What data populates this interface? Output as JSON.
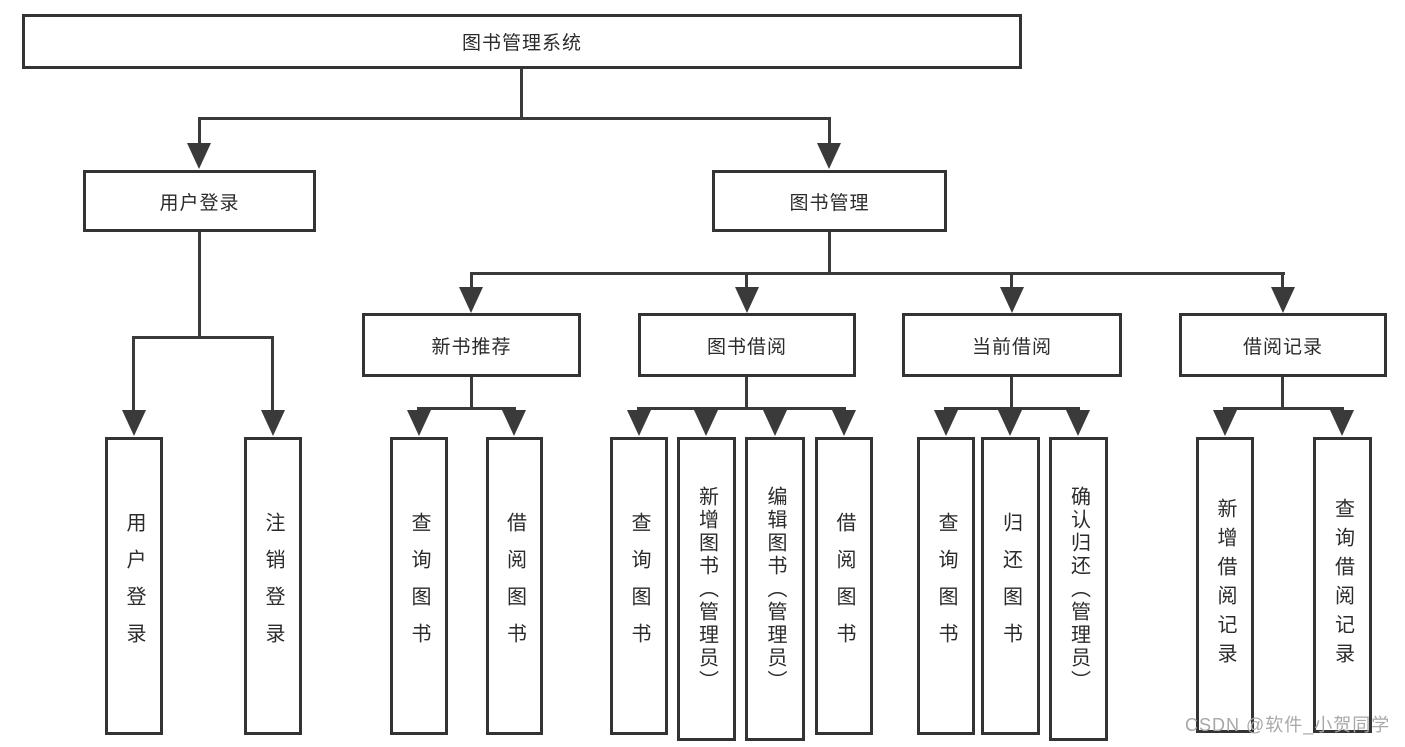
{
  "root": {
    "label": "图书管理系统"
  },
  "login": {
    "label": "用户登录",
    "children": [
      {
        "label": "用户登录"
      },
      {
        "label": "注销登录"
      }
    ]
  },
  "mgmt": {
    "label": "图书管理",
    "children": [
      {
        "label": "新书推荐",
        "children": [
          {
            "label": "查询图书"
          },
          {
            "label": "借阅图书"
          }
        ]
      },
      {
        "label": "图书借阅",
        "children": [
          {
            "label": "查询图书"
          },
          {
            "label": "新增图书（管理员）"
          },
          {
            "label": "编辑图书（管理员）"
          },
          {
            "label": "借阅图书"
          }
        ]
      },
      {
        "label": "当前借阅",
        "children": [
          {
            "label": "查询图书"
          },
          {
            "label": "归还图书"
          },
          {
            "label": "确认归还（管理员）"
          }
        ]
      },
      {
        "label": "借阅记录",
        "children": [
          {
            "label": "新增借阅记录"
          },
          {
            "label": "查询借阅记录"
          }
        ]
      }
    ]
  },
  "watermark": "CSDN @软件_小贺同学",
  "colors": {
    "line": "#3a3a3a",
    "border": "#333333",
    "text": "#2b2b2b",
    "watermark": "#a8a8a8",
    "background": "#ffffff"
  }
}
